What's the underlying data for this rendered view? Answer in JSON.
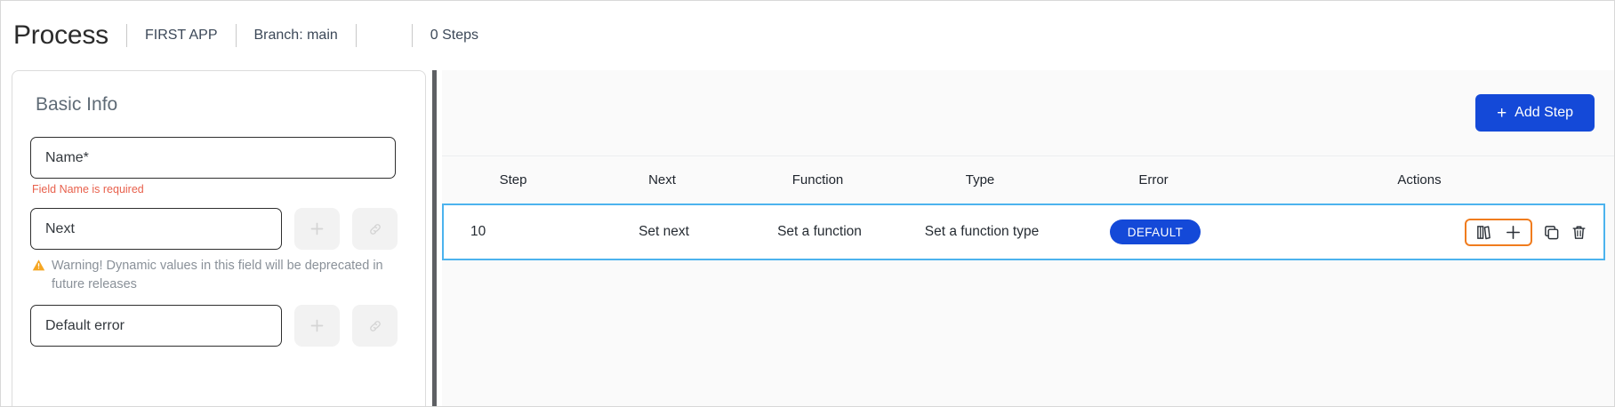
{
  "header": {
    "title": "Process",
    "app_name": "FIRST APP",
    "branch": "Branch: main",
    "steps_count": "0 Steps"
  },
  "left_panel": {
    "card_title": "Basic Info",
    "name_field": {
      "value": "Name*",
      "error": "Field Name is required"
    },
    "next_field": {
      "value": "Next",
      "warning": "Warning! Dynamic values in this field will be deprecated in future releases",
      "warning_icon": "warning-triangle-icon",
      "add_icon": "plus-icon",
      "link_icon": "link-icon"
    },
    "default_error_field": {
      "value": "Default error",
      "add_icon": "plus-icon",
      "link_icon": "link-icon"
    }
  },
  "toolbar": {
    "add_step_label": "Add Step",
    "add_step_icon": "plus-icon"
  },
  "table": {
    "columns": [
      "Step",
      "Next",
      "Function",
      "Type",
      "Error",
      "Actions"
    ],
    "rows": [
      {
        "step": "10",
        "next": "Set next",
        "function": "Set a function",
        "type": "Set a function type",
        "error_badge": "DEFAULT",
        "actions": [
          "book-icon",
          "plus-icon",
          "copy-icon",
          "trash-icon"
        ]
      }
    ]
  },
  "colors": {
    "accent_blue": "#1449d8",
    "row_highlight": "#4cb3ee",
    "action_highlight": "#f07c1e",
    "error_red": "#e8614d",
    "warning_amber": "#f5a623"
  }
}
